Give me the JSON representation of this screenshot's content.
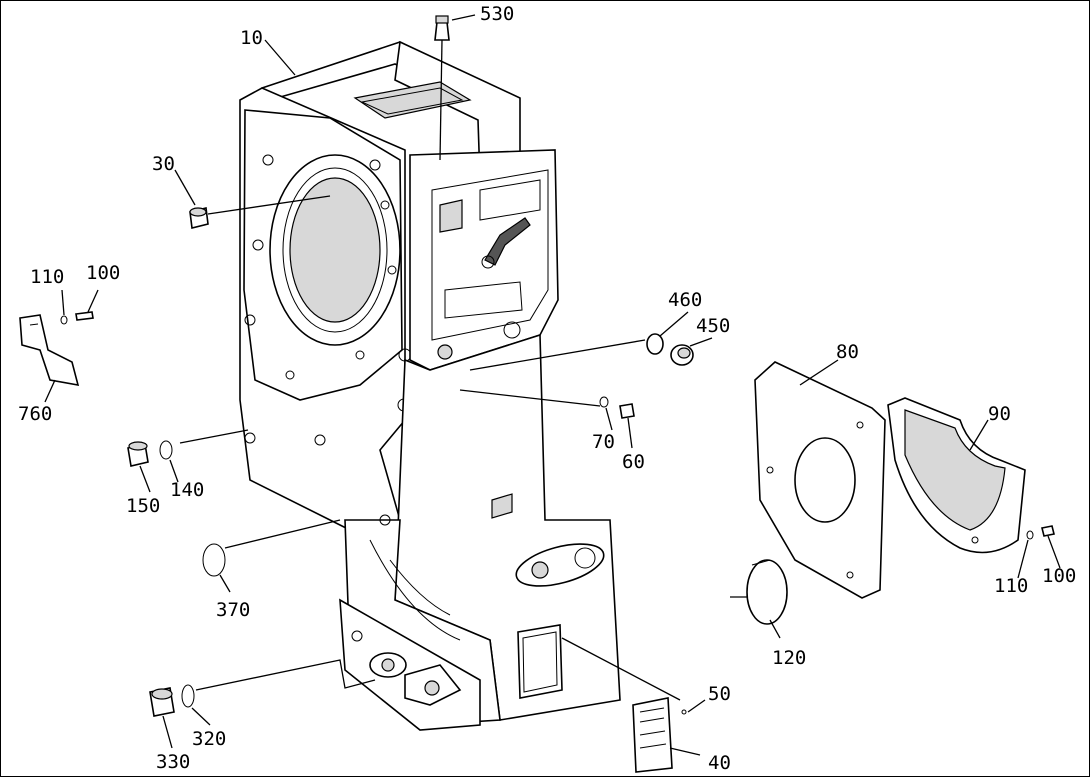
{
  "diagram": {
    "labels": {
      "p10": "10",
      "p530": "530",
      "p30": "30",
      "p110a": "110",
      "p100a": "100",
      "p760": "760",
      "p460": "460",
      "p450": "450",
      "p80": "80",
      "p90": "90",
      "p70": "70",
      "p60": "60",
      "p150": "150",
      "p140": "140",
      "p370": "370",
      "p110b": "110",
      "p100b": "100",
      "p120": "120",
      "p50": "50",
      "p40": "40",
      "p330": "330",
      "p320": "320"
    }
  }
}
